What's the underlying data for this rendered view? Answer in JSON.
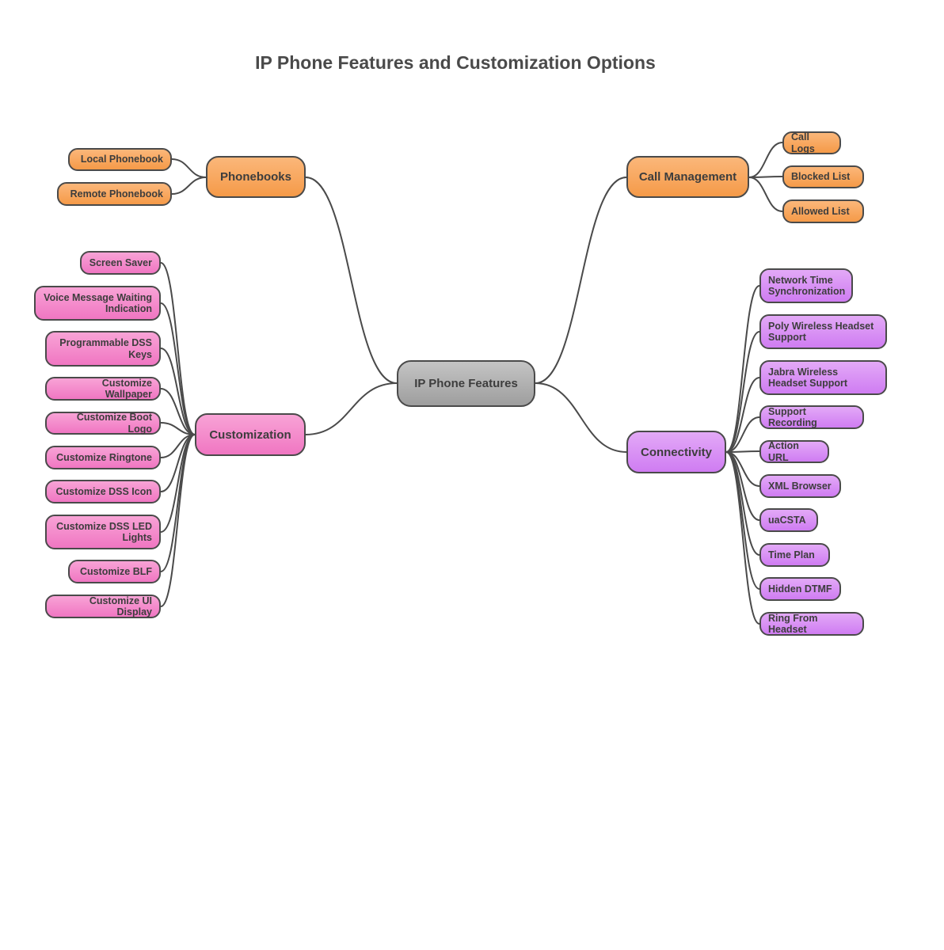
{
  "title": "IP Phone Features and Customization Options",
  "root": "IP Phone Features",
  "branches": {
    "phonebooks": {
      "label": "Phonebooks",
      "color": "#f7a35c",
      "items": [
        "Local Phonebook",
        "Remote Phonebook"
      ]
    },
    "call_management": {
      "label": "Call Management",
      "color": "#f7a35c",
      "items": [
        "Call Logs",
        "Blocked List",
        "Allowed List"
      ]
    },
    "customization": {
      "label": "Customization",
      "color": "#f386c9",
      "items": [
        "Screen Saver",
        "Voice Message Waiting Indication",
        "Programmable DSS Keys",
        "Customize Wallpaper",
        "Customize Boot Logo",
        "Customize Ringtone",
        "Customize DSS Icon",
        "Customize DSS LED Lights",
        "Customize BLF",
        "Customize UI Display"
      ]
    },
    "connectivity": {
      "label": "Connectivity",
      "color": "#d98ef5",
      "items": [
        "Network Time Synchronization",
        "Poly Wireless Headset Support",
        "Jabra Wireless Headset Support",
        "Support Recording",
        "Action URL",
        "XML Browser",
        "uaCSTA",
        "Time Plan",
        "Hidden DTMF",
        "Ring From Headset"
      ]
    }
  }
}
